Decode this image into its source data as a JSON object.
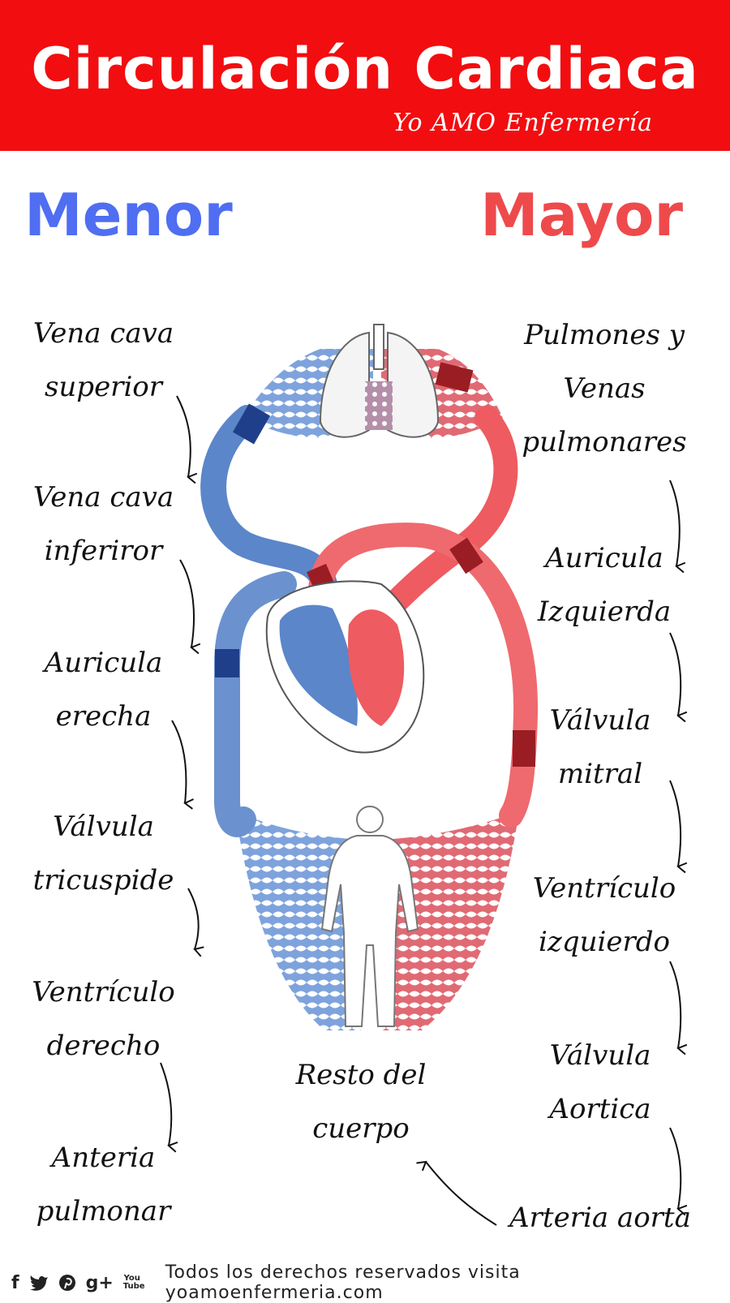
{
  "header": {
    "title": "Circulación Cardiaca",
    "subtitle": "Yo AMO Enfermería",
    "background_color": "#f20d10"
  },
  "left_column": {
    "heading": "Menor",
    "color": "#4f6ef2",
    "steps": [
      {
        "line1": "Vena cava",
        "line2": "superior"
      },
      {
        "line1": "Vena cava",
        "line2": "inferiror"
      },
      {
        "line1": "Auricula",
        "line2": "erecha"
      },
      {
        "line1": "Válvula",
        "line2": "tricuspide"
      },
      {
        "line1": "Ventrículo",
        "line2": "derecho"
      },
      {
        "line1": "Anteria",
        "line2": "pulmonar"
      }
    ]
  },
  "right_column": {
    "heading": "Mayor",
    "color": "#ee4a4c",
    "steps": [
      {
        "line1": "Pulmones y",
        "line2": "Venas",
        "line3": "pulmonares"
      },
      {
        "line1": "Auricula",
        "line2": "Izquierda"
      },
      {
        "line1": "Válvula",
        "line2": "mitral"
      },
      {
        "line1": "Ventrículo",
        "line2": "izquierdo"
      },
      {
        "line1": "Válvula",
        "line2": "Aortica"
      },
      {
        "line1": "Arteria aorta"
      }
    ]
  },
  "center": {
    "line1": "Resto del",
    "line2": "cuerpo"
  },
  "diagram": {
    "icons": [
      "lungs-icon",
      "heart-icon",
      "human-body-icon"
    ],
    "colors": {
      "deoxygenated": "#5b86c9",
      "oxygenated": "#ee5b60",
      "dark_red": "#9a1d24",
      "dark_blue": "#1f3f8a"
    }
  },
  "footer": {
    "social_icons": [
      "facebook-icon",
      "twitter-icon",
      "pinterest-icon",
      "googleplus-icon",
      "youtube-icon"
    ],
    "social": {
      "facebook": "f",
      "googleplus": "g+",
      "youtube": "You Tube"
    },
    "text": "Todos los derechos reservados visita yoamoenfermeria.com"
  }
}
